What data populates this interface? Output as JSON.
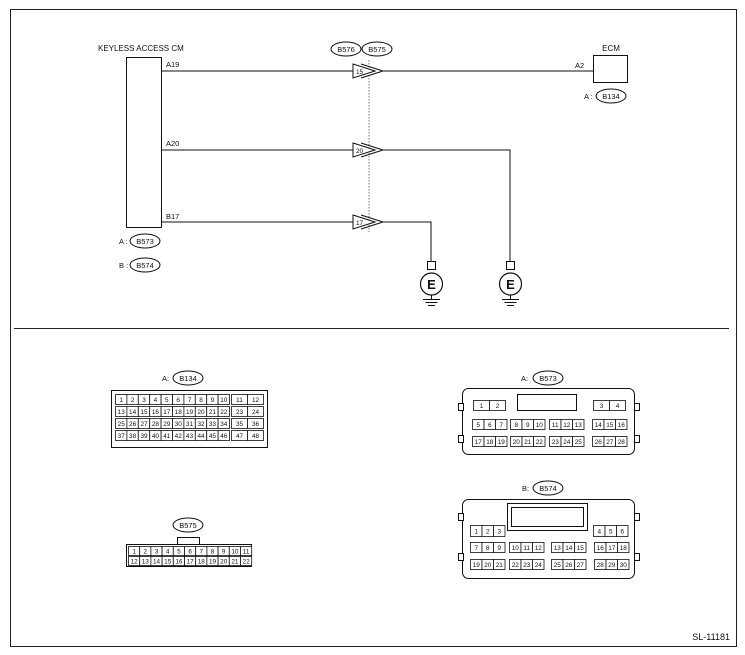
{
  "diagram_id": "SL-11181",
  "modules": {
    "keyless": {
      "title": "KEYLESS ACCESS CM",
      "pins": [
        "A19",
        "A20",
        "B17"
      ],
      "connectors": [
        {
          "prefix": "A :",
          "code": "B573"
        },
        {
          "prefix": "B :",
          "code": "B574"
        }
      ]
    },
    "ecm": {
      "title": "ECM",
      "pin": "A2",
      "connector": {
        "prefix": "A :",
        "code": "B134"
      }
    }
  },
  "joint_connector": {
    "codes": [
      "B576",
      "B575"
    ],
    "pins": [
      "15",
      "20",
      "17"
    ]
  },
  "ground_symbol": "E",
  "connector_views": {
    "b134": {
      "prefix": "A:",
      "code": "B134",
      "rows_left": [
        [
          "1",
          "2",
          "3",
          "4",
          "5",
          "6",
          "7",
          "8",
          "9",
          "10"
        ],
        [
          "13",
          "14",
          "15",
          "16",
          "17",
          "18",
          "19",
          "20",
          "21",
          "22"
        ],
        [
          "25",
          "26",
          "27",
          "28",
          "29",
          "30",
          "31",
          "32",
          "33",
          "34"
        ],
        [
          "37",
          "38",
          "39",
          "40",
          "41",
          "42",
          "43",
          "44",
          "45",
          "46"
        ]
      ],
      "rows_right": [
        [
          "11",
          "12"
        ],
        [
          "23",
          "24"
        ],
        [
          "35",
          "36"
        ],
        [
          "47",
          "48"
        ]
      ]
    },
    "b575": {
      "code": "B575",
      "rows": [
        [
          "1",
          "2",
          "3",
          "4",
          "5",
          "6",
          "7",
          "8",
          "9",
          "10",
          "11"
        ],
        [
          "12",
          "13",
          "14",
          "15",
          "16",
          "17",
          "18",
          "19",
          "20",
          "21",
          "22"
        ]
      ]
    },
    "b573": {
      "prefix": "A:",
      "code": "B573",
      "top_left": [
        "1",
        "2"
      ],
      "top_right": [
        "3",
        "4"
      ],
      "row2": [
        [
          "5",
          "6",
          "7"
        ],
        [
          "8",
          "9",
          "10"
        ],
        [
          "11",
          "12",
          "13"
        ],
        [
          "14",
          "15",
          "16"
        ]
      ],
      "row3": [
        [
          "17",
          "18",
          "19"
        ],
        [
          "20",
          "21",
          "22"
        ],
        [
          "23",
          "24",
          "25"
        ],
        [
          "26",
          "27",
          "28"
        ]
      ]
    },
    "b574": {
      "prefix": "B:",
      "code": "B574",
      "top_left": [
        "1",
        "2",
        "3"
      ],
      "top_right": [
        "4",
        "5",
        "6"
      ],
      "row2": [
        [
          "7",
          "8",
          "9"
        ],
        [
          "10",
          "11",
          "12"
        ],
        [
          "13",
          "14",
          "15"
        ],
        [
          "16",
          "17",
          "18"
        ]
      ],
      "row3": [
        [
          "19",
          "20",
          "21"
        ],
        [
          "22",
          "23",
          "24"
        ],
        [
          "25",
          "26",
          "27"
        ],
        [
          "28",
          "29",
          "30"
        ]
      ]
    }
  }
}
